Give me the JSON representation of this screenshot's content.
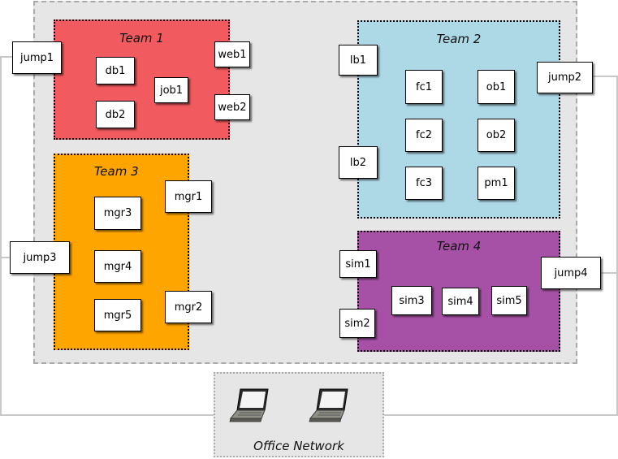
{
  "colors": {
    "team1": "#f15a5e",
    "team2": "#add8e6",
    "team3": "#ffa500",
    "team4": "#a651a6",
    "background": "#e6e6e6"
  },
  "teams": {
    "team1": {
      "title": "Team 1",
      "nodes": {
        "db1": "db1",
        "db2": "db2",
        "job1": "job1",
        "web1": "web1",
        "web2": "web2"
      }
    },
    "team2": {
      "title": "Team 2",
      "nodes": {
        "lb1": "lb1",
        "lb2": "lb2",
        "fc1": "fc1",
        "fc2": "fc2",
        "fc3": "fc3",
        "ob1": "ob1",
        "ob2": "ob2",
        "pm1": "pm1"
      }
    },
    "team3": {
      "title": "Team 3",
      "nodes": {
        "mgr1": "mgr1",
        "mgr2": "mgr2",
        "mgr3": "mgr3",
        "mgr4": "mgr4",
        "mgr5": "mgr5"
      }
    },
    "team4": {
      "title": "Team 4",
      "nodes": {
        "sim1": "sim1",
        "sim2": "sim2",
        "sim3": "sim3",
        "sim4": "sim4",
        "sim5": "sim5"
      }
    }
  },
  "jump_hosts": {
    "jump1": "jump1",
    "jump2": "jump2",
    "jump3": "jump3",
    "jump4": "jump4"
  },
  "office": {
    "label": "Office Network",
    "devices": [
      "laptop-icon",
      "laptop-icon"
    ]
  }
}
